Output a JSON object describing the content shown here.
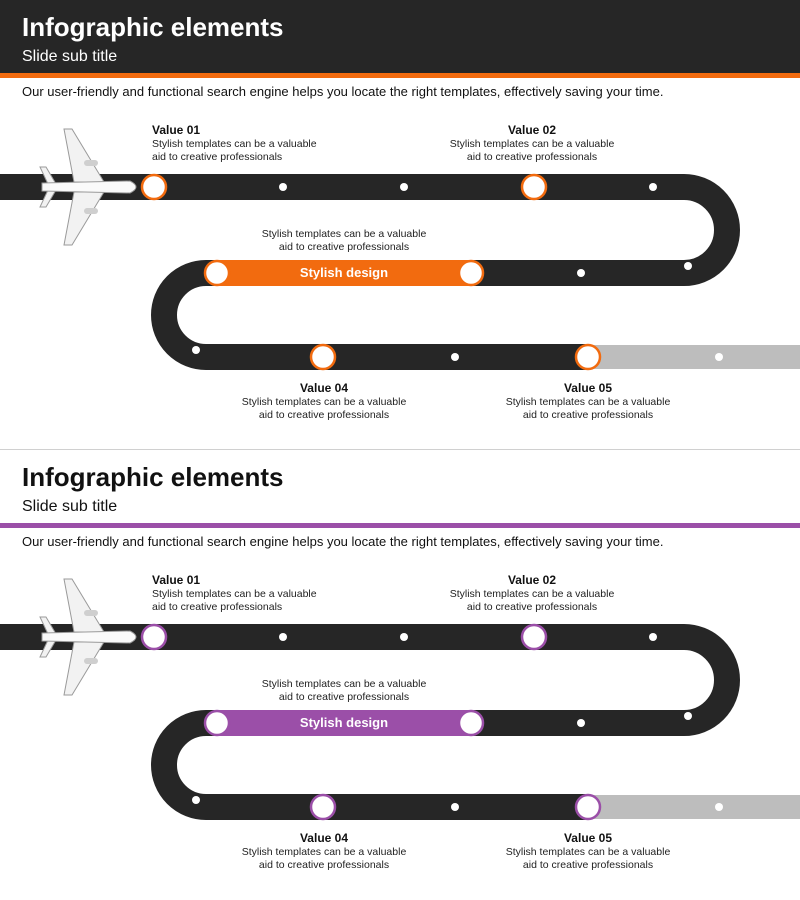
{
  "accent_colors": {
    "slide1": "#F26B0F",
    "slide2": "#9B4FA8"
  },
  "slides": [
    {
      "title": "Infographic elements",
      "subtitle": "Slide sub title",
      "description": "Our user-friendly and functional search engine helps you locate the right templates, effectively saving your time.",
      "band_label": "Stylish design",
      "middle_text": {
        "line1": "Stylish templates can be a valuable",
        "line2": "aid to creative  professionals"
      },
      "values": [
        {
          "title": "Value 01",
          "line1": "Stylish templates can be a valuable",
          "line2": "aid to creative  professionals"
        },
        {
          "title": "Value 02",
          "line1": "Stylish templates can be a valuable",
          "line2": "aid to creative  professionals"
        },
        {
          "title": "Value 04",
          "line1": "Stylish templates can be a valuable",
          "line2": "aid to creative  professionals"
        },
        {
          "title": "Value 05",
          "line1": "Stylish templates can be a valuable",
          "line2": "aid to creative  professionals"
        }
      ]
    },
    {
      "title": "Infographic elements",
      "subtitle": "Slide sub title",
      "description": "Our user-friendly and functional search engine helps you locate the right templates, effectively saving your time.",
      "band_label": "Stylish design",
      "middle_text": {
        "line1": "Stylish templates can be a valuable",
        "line2": "aid to creative  professionals"
      },
      "values": [
        {
          "title": "Value 01",
          "line1": "Stylish templates can be a valuable",
          "line2": "aid to creative  professionals"
        },
        {
          "title": "Value 02",
          "line1": "Stylish templates can be a valuable",
          "line2": "aid to creative  professionals"
        },
        {
          "title": "Value 04",
          "line1": "Stylish templates can be a valuable",
          "line2": "aid to creative  professionals"
        },
        {
          "title": "Value 05",
          "line1": "Stylish templates can be a valuable",
          "line2": "aid to creative  professionals"
        }
      ]
    }
  ]
}
